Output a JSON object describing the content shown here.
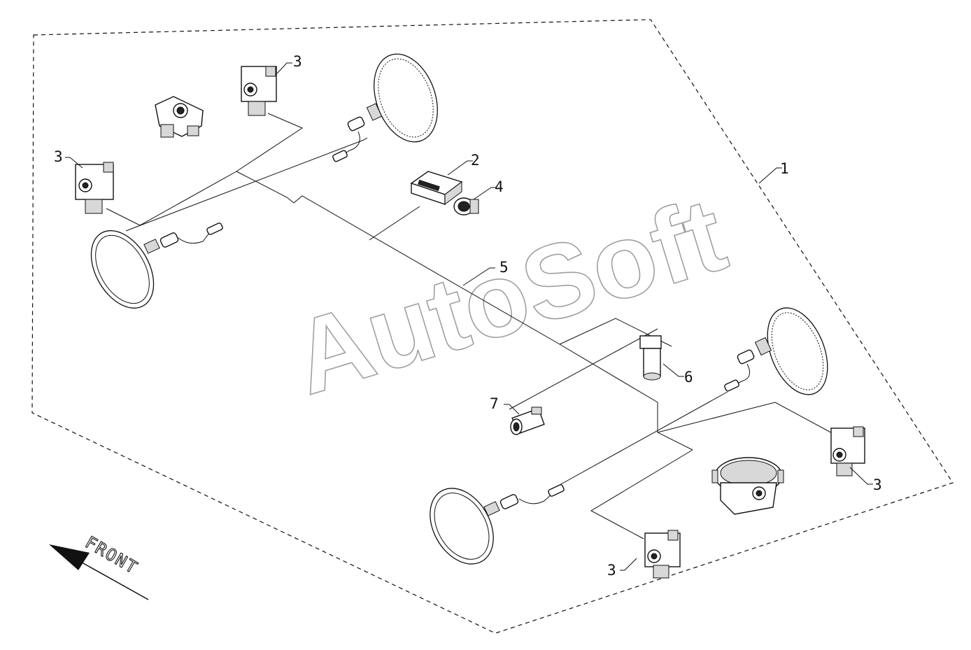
{
  "watermark": "AutoSoft",
  "direction_label": "FRONT",
  "callouts": {
    "c1": "1",
    "c2": "2",
    "c3_top": "3",
    "c3_left": "3",
    "c3_right": "3",
    "c3_bottom": "3",
    "c4": "4",
    "c5": "5",
    "c6": "6",
    "c7": "7"
  }
}
